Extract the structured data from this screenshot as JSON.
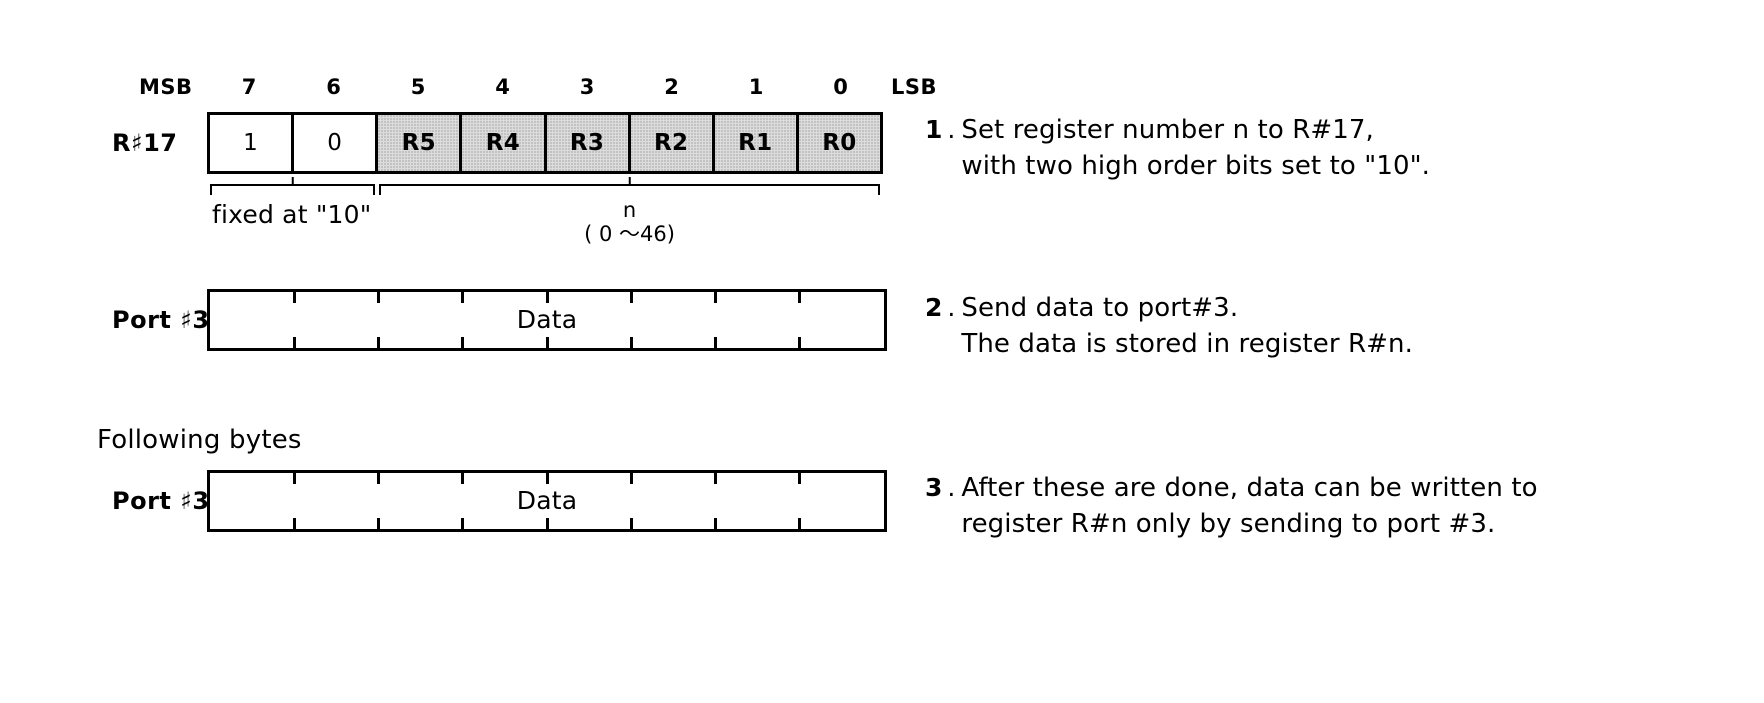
{
  "diagram": {
    "register": {
      "row_label": "R♯17",
      "msb_label": "MSB",
      "lsb_label": "LSB",
      "bit_indices": [
        "7",
        "6",
        "5",
        "4",
        "3",
        "2",
        "1",
        "0"
      ],
      "cells": [
        {
          "text": "1",
          "shaded": false
        },
        {
          "text": "0",
          "shaded": false
        },
        {
          "text": "R5",
          "shaded": true
        },
        {
          "text": "R4",
          "shaded": true
        },
        {
          "text": "R3",
          "shaded": true
        },
        {
          "text": "R2",
          "shaded": true
        },
        {
          "text": "R1",
          "shaded": true
        },
        {
          "text": "R0",
          "shaded": true
        }
      ],
      "brace_fixed_label": "fixed at \"10\"",
      "brace_n_label": "n",
      "brace_n_range": "( 0 ～46)"
    },
    "port_block_1": {
      "label": "Port ♯3",
      "data_text": "Data",
      "cell_count": 8
    },
    "following_bytes_label": "Following bytes",
    "port_block_2": {
      "label": "Port ♯3",
      "data_text": "Data",
      "cell_count": 8
    }
  },
  "instructions": [
    {
      "number": "1",
      "separator": ".",
      "text": "Set register number n to R#17,\nwith two high order bits set to \"10\"."
    },
    {
      "number": "2",
      "separator": ".",
      "text": "Send data to port#3.\nThe data is stored in register R#n."
    },
    {
      "number": "3",
      "separator": ".",
      "text": "After these are done, data can be written to\nregister R#n only by sending to port #3."
    }
  ],
  "colors": {
    "ink": "#000000",
    "paper": "#ffffff",
    "shaded_cell": "#dcdcdc"
  }
}
